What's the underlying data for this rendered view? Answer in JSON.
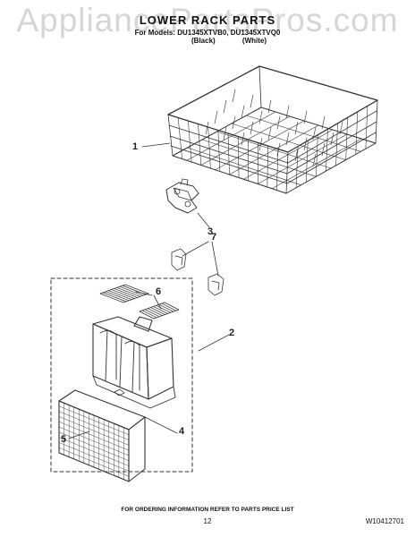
{
  "watermark": "AppliancePartsPros.com",
  "header": {
    "title": "LOWER RACK PARTS",
    "models": "For Models: DU1345XTVB0, DU1345XTVQ0",
    "variants": [
      "(Black)",
      "(White)"
    ]
  },
  "callouts": [
    "1",
    "3",
    "7",
    "6",
    "2",
    "4",
    "5"
  ],
  "footer": {
    "note": "FOR ORDERING INFORMATION REFER TO PARTS PRICE LIST",
    "page": "12",
    "doc_number": "W10412701"
  },
  "colors": {
    "line": "#333333",
    "watermark": "#cfcfcf"
  }
}
